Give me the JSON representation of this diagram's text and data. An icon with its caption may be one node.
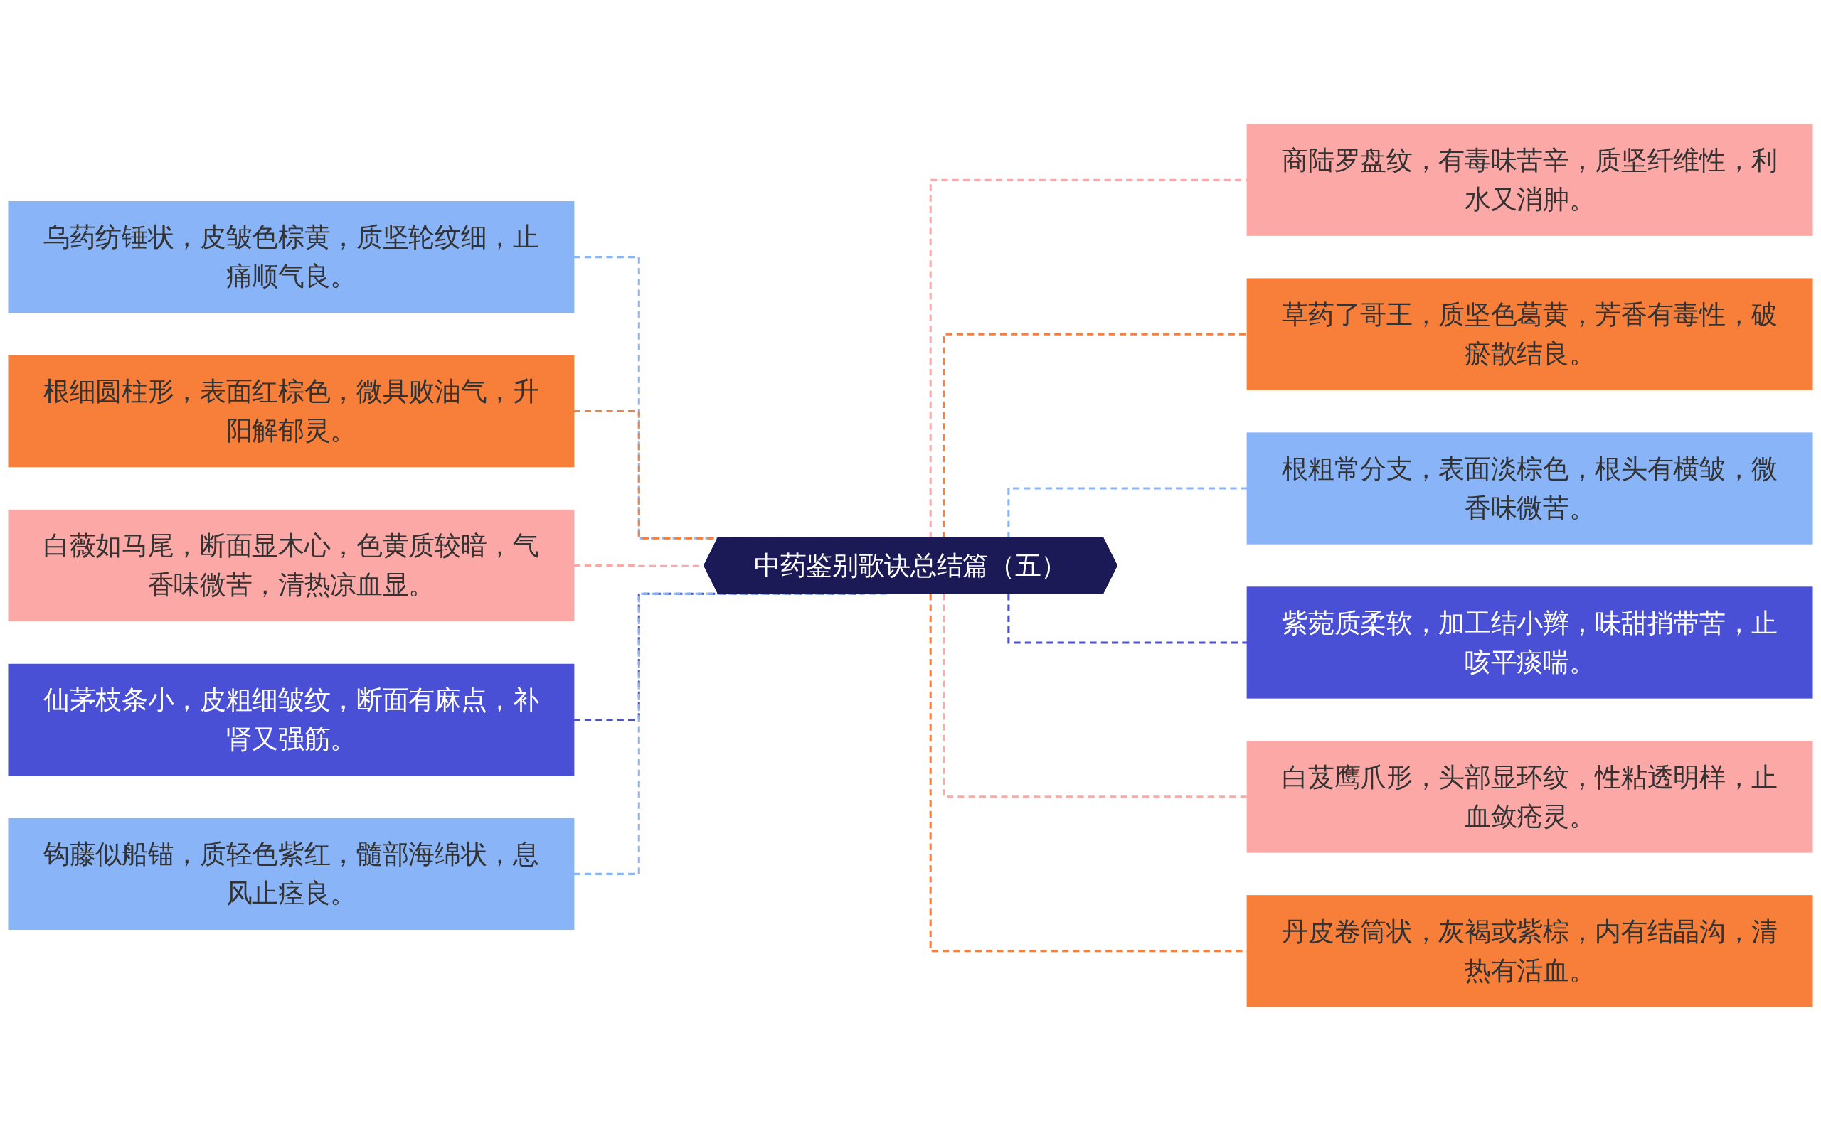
{
  "diagram": {
    "nodes": [
      {
        "text": [
          "中药鉴别歌诀总结篇（五）"
        ]
      },
      {
        "text": [
          "乌药纺锤状，皮皱色棕黄，质坚轮纹细，止痛顺气良。"
        ]
      },
      {
        "text": [
          "根细圆柱形，表面红棕色，微具败油气，升阳解郁灵。"
        ]
      },
      {
        "text": [
          "白薇如马尾，断面显木心，色黄质较暗，气香味微苦，清热凉血显。"
        ]
      },
      {
        "text": [
          "仙茅枝条小，皮粗细皱纹，断面有麻点，补肾又强筋。"
        ]
      },
      {
        "text": [
          "钩藤似船锚，质轻色紫红，髓部海绵状，息风止痉良。"
        ]
      },
      {
        "text": [
          "商陆罗盘纹，有毒味苦辛，质坚纤维性，利水又消肿。"
        ]
      },
      {
        "text": [
          "草药了哥王，质坚色葛黄，芳香有毒性，破瘀散结良。"
        ]
      },
      {
        "text": [
          "根粗常分支，表面淡棕色，根头有横皱，微香味微苦。"
        ]
      },
      {
        "text": [
          "紫菀质柔软，加工结小辫，味甜捎带苦，止咳平痰喘。"
        ]
      },
      {
        "text": [
          "白芨鹰爪形，头部显环纹，性粘透明样，止血敛疮灵。"
        ]
      },
      {
        "text": [
          "丹皮卷筒状，灰褐或紫棕，内有结晶沟，清热有活血。"
        ]
      }
    ],
    "edges": [
      {
        "from": 1,
        "to": 0,
        "arrow": "none",
        "style": "dashed",
        "color": "#8ab4f8"
      },
      {
        "from": 2,
        "to": 0,
        "arrow": "none",
        "style": "dashed",
        "color": "#f77f3a"
      },
      {
        "from": 3,
        "to": 0,
        "arrow": "none",
        "style": "dashed",
        "color": "#fca8a6"
      },
      {
        "from": 4,
        "to": 0,
        "arrow": "none",
        "style": "dashed",
        "color": "#4a50d6"
      },
      {
        "from": 5,
        "to": 0,
        "arrow": "none",
        "style": "dashed",
        "color": "#8ab4f8"
      },
      {
        "from": 0,
        "to": 6,
        "arrow": "none",
        "style": "dashed",
        "color": "#fca8a6"
      },
      {
        "from": 0,
        "to": 7,
        "arrow": "none",
        "style": "dashed",
        "color": "#f77f3a"
      },
      {
        "from": 0,
        "to": 8,
        "arrow": "none",
        "style": "dashed",
        "color": "#8ab4f8"
      },
      {
        "from": 0,
        "to": 9,
        "arrow": "none",
        "style": "dashed",
        "color": "#4a50d6"
      },
      {
        "from": 0,
        "to": 10,
        "arrow": "none",
        "style": "dashed",
        "color": "#fca8a6"
      },
      {
        "from": 0,
        "to": 11,
        "arrow": "none",
        "style": "dashed",
        "color": "#f77f3a"
      }
    ]
  }
}
